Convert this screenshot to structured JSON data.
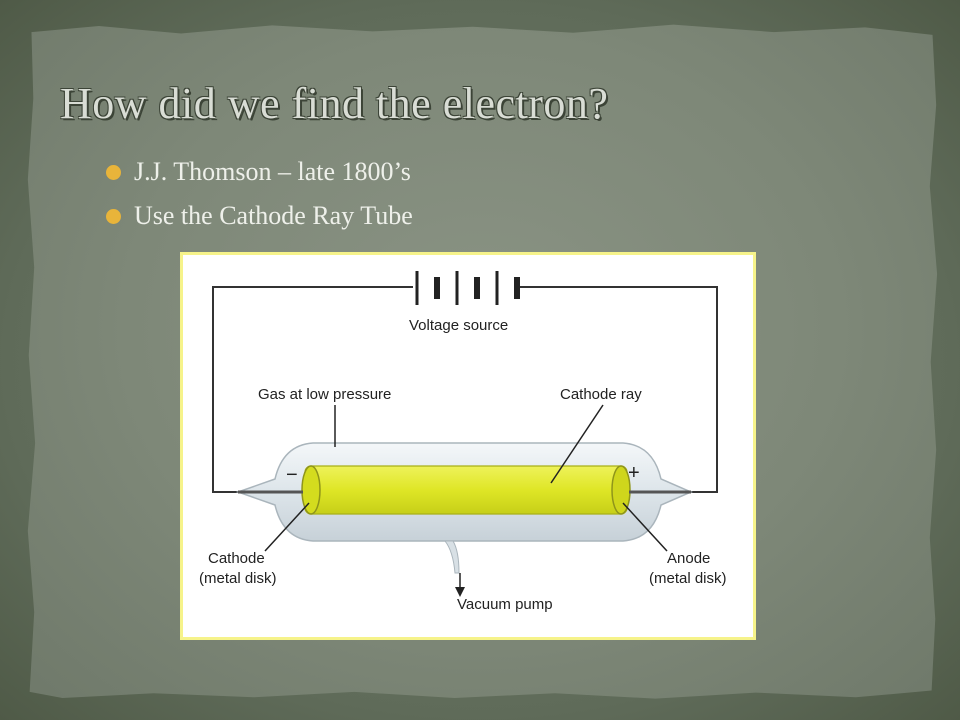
{
  "slide": {
    "title": "How did we find the electron?",
    "bullets": [
      {
        "text": "J.J. Thomson – late 1800’s"
      },
      {
        "text": "Use the Cathode Ray Tube"
      }
    ]
  },
  "diagram": {
    "labels": {
      "voltage_source": "Voltage source",
      "gas": "Gas at low pressure",
      "cathode_ray": "Cathode ray",
      "cathode_line1": "Cathode",
      "cathode_line2": "(metal disk)",
      "anode_line1": "Anode",
      "anode_line2": "(metal disk)",
      "vacuum_pump": "Vacuum pump",
      "minus": "−",
      "plus": "+"
    },
    "colors": {
      "ray": "#e3ea2a",
      "ray_dark": "#b9c21a",
      "glass": "#dfe6ea",
      "wire": "#333333"
    }
  }
}
